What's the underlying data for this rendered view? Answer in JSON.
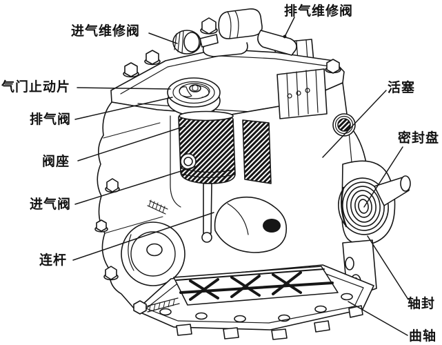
{
  "diagram": {
    "kind": "compressor-cutaway-line-drawing",
    "colors": {
      "ink": "#161616",
      "background": "#ffffff"
    },
    "labels": {
      "intake_service_valve": "进气维修阀",
      "exhaust_service_valve": "排气维修阀",
      "valve_stop_plate": "气门止动片",
      "exhaust_valve": "排气阀",
      "valve_seat": "阀座",
      "intake_valve": "进气阀",
      "connecting_rod": "连杆",
      "piston": "活塞",
      "seal_disc": "密封盘",
      "shaft_seal": "轴封",
      "crankshaft": "曲轴"
    }
  }
}
